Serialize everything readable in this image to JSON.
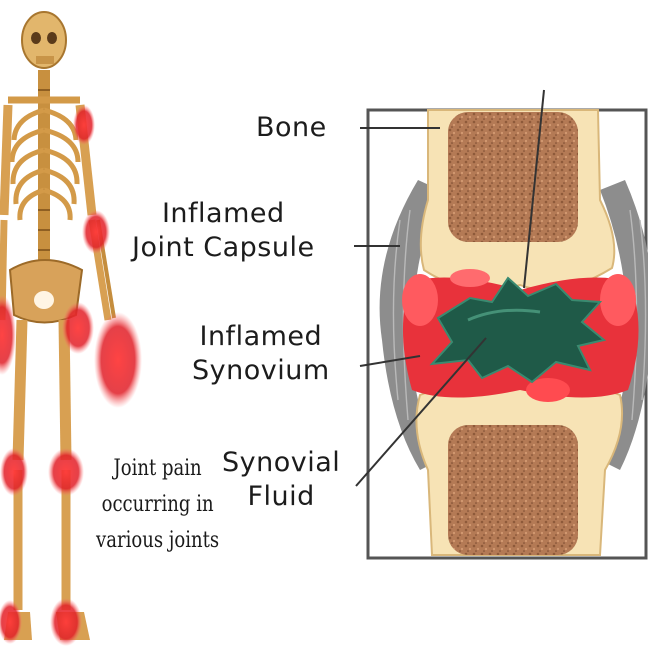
{
  "labels": {
    "bone": "Bone",
    "capsule_line1": "Inflamed",
    "capsule_line2": "Joint Capsule",
    "synovium_line1": "Inflamed",
    "synovium_line2": "Synovium",
    "fluid_line1": "Synovial",
    "fluid_line2": "Fluid"
  },
  "caption": {
    "line1": "Joint pain",
    "line2": "occurring in",
    "line3": "various joints"
  },
  "colors": {
    "bone_outer": "#f7e3b5",
    "bone_marrow": "#b47a55",
    "inflammation": "#e8323b",
    "synovial_fluid": "#1f5a48",
    "capsule_grey": "#8f8f8f",
    "skeleton": "#d9a259"
  }
}
